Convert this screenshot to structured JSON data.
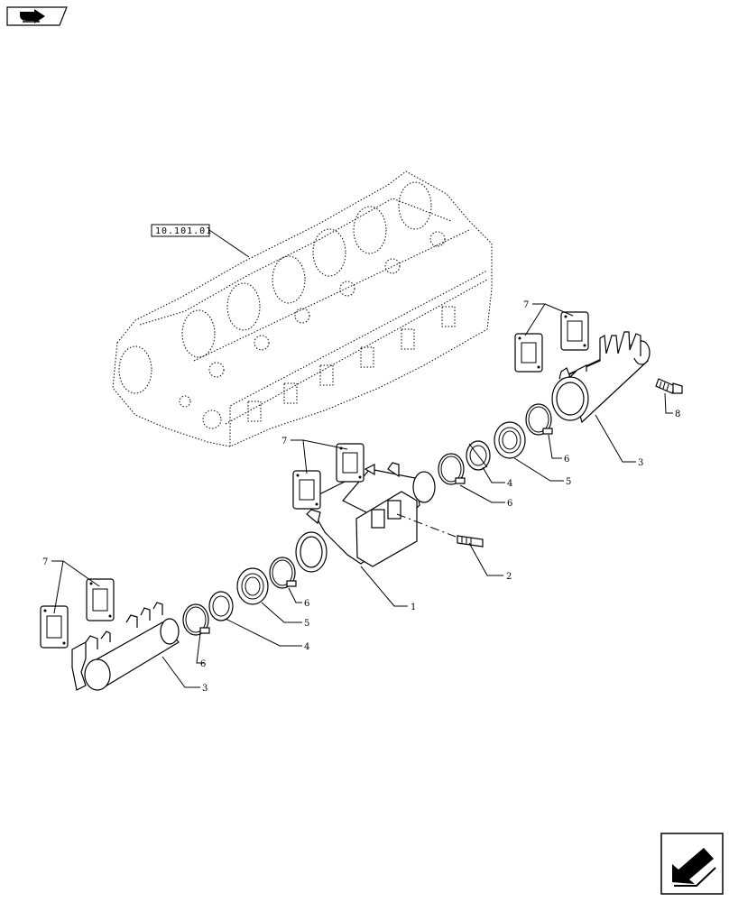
{
  "reference_label": "10.101.01",
  "callouts": [
    "1",
    "2",
    "3",
    "3",
    "4",
    "4",
    "5",
    "5",
    "6",
    "6",
    "6",
    "6",
    "7",
    "7",
    "7",
    "8"
  ],
  "icons": {
    "top_left": "book-arrow-icon",
    "bottom_right": "next-page-arrow-icon"
  }
}
